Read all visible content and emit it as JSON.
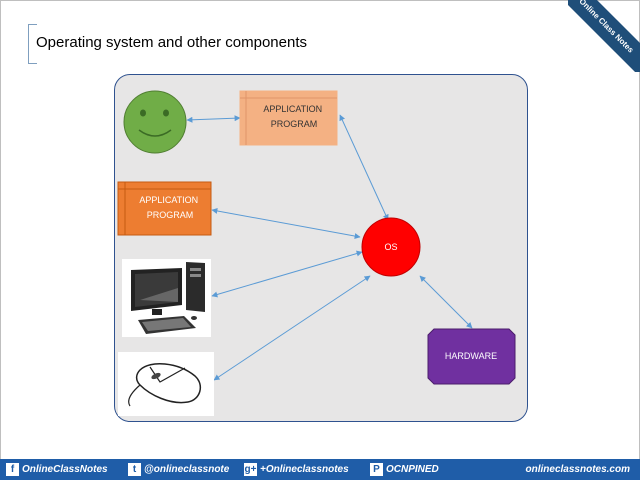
{
  "title": "Operating system and other components",
  "badge": "Online Class Notes",
  "nodes": {
    "app_program_1": "APPLICATION PROGRAM",
    "app_program_2": "APPLICATION PROGRAM",
    "os": "OS",
    "hardware": "HARDWARE"
  },
  "icons": [
    "smiley-user-icon",
    "computer-icon",
    "mouse-icon"
  ],
  "colors": {
    "panel_bg": "#e7e6e6",
    "panel_border": "#2f528f",
    "app_program_1": "#f4b183",
    "app_program_2": "#ed7d31",
    "os": "#ff0000",
    "hardware": "#7030a0",
    "smiley": "#70ad47",
    "connector": "#5b9bd5",
    "footer_bg": "#1f5da8"
  },
  "footer": {
    "facebook": "OnlineClassNotes",
    "twitter": "@onlineclassnote",
    "googleplus": "+Onlineclassnotes",
    "pinterest": "OCNPINED",
    "site": "onlineclassnotes.com"
  }
}
